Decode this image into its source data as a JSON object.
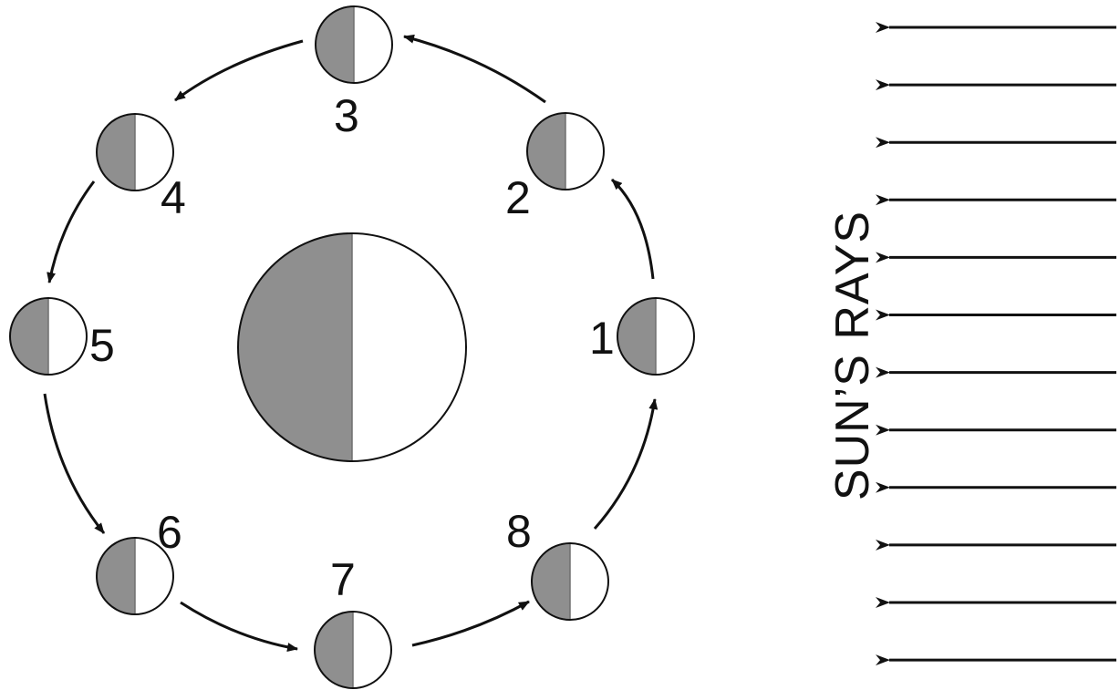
{
  "colors": {
    "shadow": "#8f8f8f",
    "lit": "#ffffff",
    "outline": "#111111",
    "arrow": "#111111",
    "background": "#ffffff"
  },
  "diagram": {
    "center_body": {
      "lit_side": "right",
      "shadow_side": "left"
    },
    "orbit": {
      "direction": "counterclockwise",
      "positions": [
        {
          "label": "1"
        },
        {
          "label": "2"
        },
        {
          "label": "3"
        },
        {
          "label": "4"
        },
        {
          "label": "5"
        },
        {
          "label": "6"
        },
        {
          "label": "7"
        },
        {
          "label": "8"
        }
      ]
    },
    "sun_rays": {
      "label": "SUN’S RAYS",
      "arrow_count": 12,
      "arrow_direction": "left"
    }
  }
}
